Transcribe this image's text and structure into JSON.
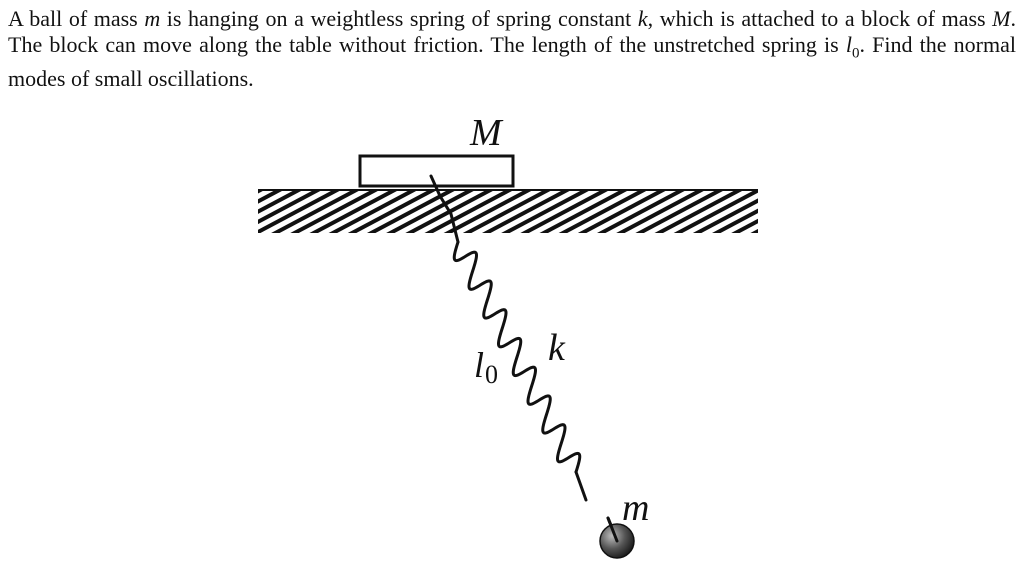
{
  "problem": {
    "s1": "A ball of mass ",
    "m": "m",
    "s2": " is hanging on a weightless spring of spring constant ",
    "k": "k",
    "s3": ", which is attached to a block of mass ",
    "M": "M",
    "s4": ". The block can move along the table without friction. The length of the unstretched spring is ",
    "l": "l",
    "sub0": "0",
    "s5": ". Find the normal modes of small oscillations."
  },
  "figure": {
    "label_M": "M",
    "label_k": "k",
    "label_l": "l",
    "label_l_sub": "0",
    "label_m": "m"
  }
}
